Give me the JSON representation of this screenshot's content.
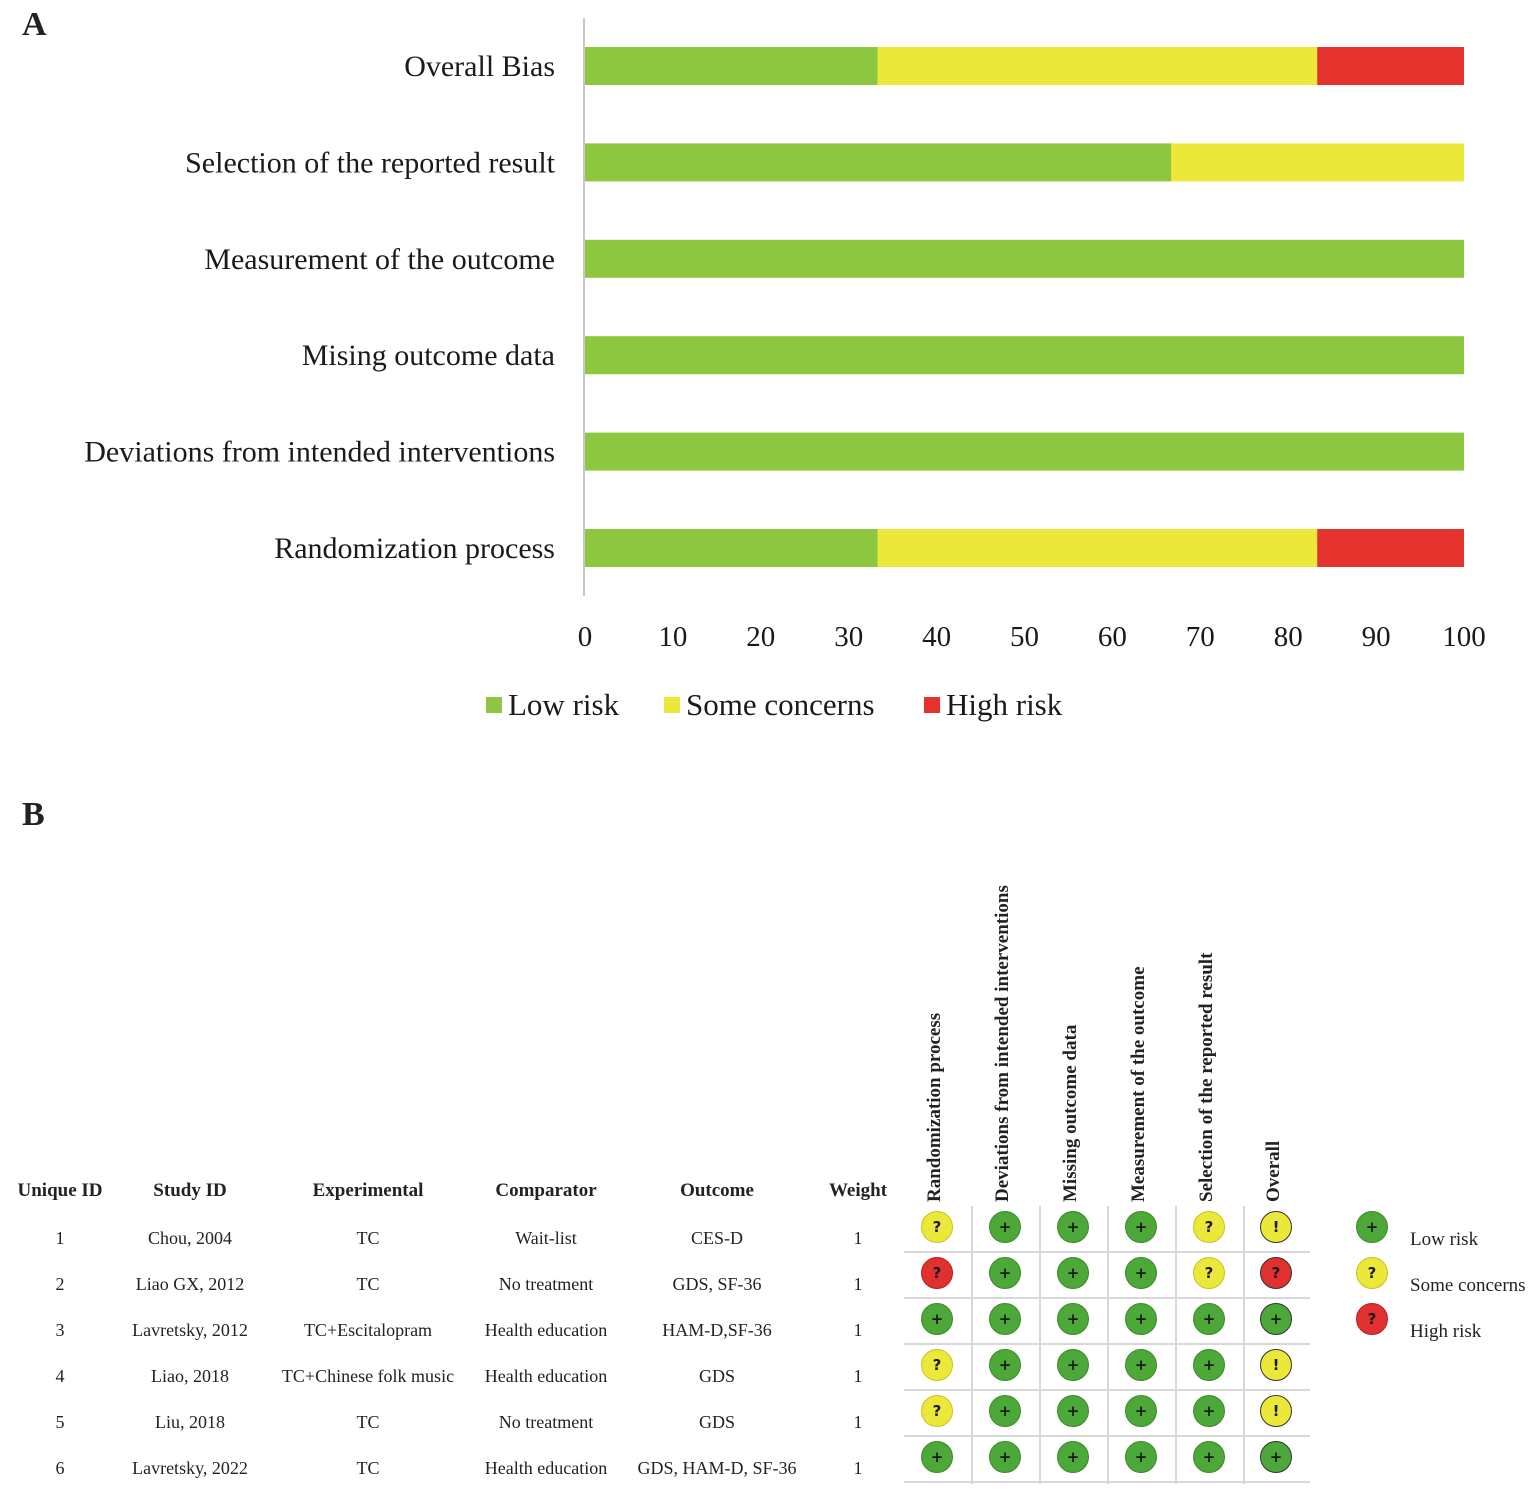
{
  "panelA": {
    "label": "A",
    "chart_data": {
      "type": "bar",
      "orientation": "horizontal",
      "stacked": true,
      "categories": [
        "Overall Bias",
        "Selection of the reported result",
        "Measurement of the outcome",
        "Mising outcome data",
        "Deviations from intended interventions",
        "Randomization process"
      ],
      "series": [
        {
          "name": "Low risk",
          "color": "#8dc63f",
          "values": [
            33.3,
            66.7,
            100,
            100,
            100,
            33.3
          ]
        },
        {
          "name": "Some concerns",
          "color": "#ece83a",
          "values": [
            50,
            33.3,
            0,
            0,
            0,
            50
          ]
        },
        {
          "name": "High risk",
          "color": "#e5322d",
          "values": [
            16.7,
            0,
            0,
            0,
            0,
            16.7
          ]
        }
      ],
      "xlim": [
        0,
        100
      ],
      "xticks": [
        "0",
        "10",
        "20",
        "30",
        "40",
        "50",
        "60",
        "70",
        "80",
        "90",
        "100"
      ],
      "legend_position": "bottom",
      "grid": false
    }
  },
  "panelB": {
    "label": "B",
    "headers": [
      "Unique ID",
      "Study ID",
      "Experimental",
      "Comparator",
      "Outcome",
      "Weight"
    ],
    "domain_headers": [
      "Randomization process",
      "Deviations from intended interventions",
      "Missing outcome data",
      "Measurement of the outcome",
      "Selection of the reported result",
      "Overall"
    ],
    "rows": [
      {
        "id": "1",
        "study": "Chou, 2004",
        "experimental": "TC",
        "comparator": "Wait-list",
        "outcome": "CES-D",
        "weight": "1",
        "judgements": [
          "some",
          "low",
          "low",
          "low",
          "some",
          "some"
        ]
      },
      {
        "id": "2",
        "study": "Liao GX, 2012",
        "experimental": "TC",
        "comparator": "No treatment",
        "outcome": "GDS, SF-36",
        "weight": "1",
        "judgements": [
          "high",
          "low",
          "low",
          "low",
          "some",
          "high"
        ]
      },
      {
        "id": "3",
        "study": "Lavretsky, 2012",
        "experimental": "TC+Escitalopram",
        "comparator": "Health education",
        "outcome": "HAM-D,SF-36",
        "weight": "1",
        "judgements": [
          "low",
          "low",
          "low",
          "low",
          "low",
          "low"
        ]
      },
      {
        "id": "4",
        "study": "Liao, 2018",
        "experimental": "TC+Chinese folk music",
        "comparator": "Health education",
        "outcome": "GDS",
        "weight": "1",
        "judgements": [
          "some",
          "low",
          "low",
          "low",
          "low",
          "some"
        ]
      },
      {
        "id": "5",
        "study": "Liu, 2018",
        "experimental": "TC",
        "comparator": "No treatment",
        "outcome": "GDS",
        "weight": "1",
        "judgements": [
          "some",
          "low",
          "low",
          "low",
          "low",
          "some"
        ]
      },
      {
        "id": "6",
        "study": "Lavretsky, 2022",
        "experimental": "TC",
        "comparator": "Health education",
        "outcome": "GDS, HAM-D, SF-36",
        "weight": "1",
        "judgements": [
          "low",
          "low",
          "low",
          "low",
          "low",
          "low"
        ]
      }
    ],
    "symbols": {
      "low": "+",
      "some": "?",
      "high": "?",
      "overall_some": "!"
    },
    "colors": {
      "low": "#4ca838",
      "some": "#ece83a",
      "high": "#e03030"
    },
    "legend": [
      {
        "key": "low",
        "symbol": "+",
        "label": "Low risk"
      },
      {
        "key": "some",
        "symbol": "?",
        "label": "Some concerns"
      },
      {
        "key": "high",
        "symbol": "?",
        "label": "High risk"
      }
    ]
  }
}
